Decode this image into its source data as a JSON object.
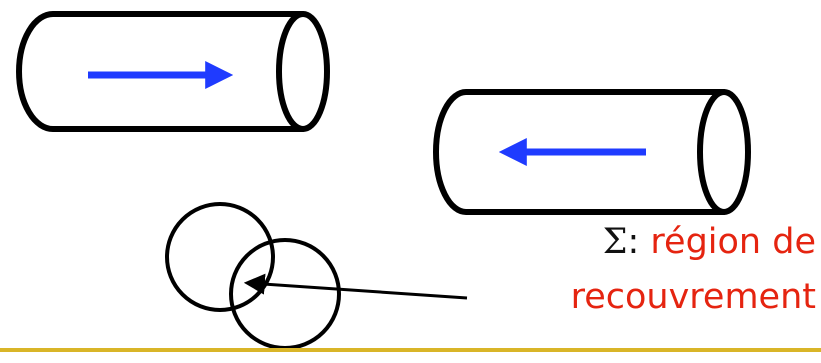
{
  "label": {
    "symbol": "Σ",
    "separator": ":",
    "line1": "région de",
    "line2": "recouvrement"
  },
  "colors": {
    "outline": "#000000",
    "arrow": "#1f3bff",
    "label_text": "#e52410",
    "bottom_rule": "#d9b528"
  },
  "icons": {
    "beam_left": "cylinder-right-arrow",
    "beam_right": "cylinder-left-arrow",
    "overlap": "two-overlapping-circles",
    "pointer": "arrow-to-overlap"
  }
}
